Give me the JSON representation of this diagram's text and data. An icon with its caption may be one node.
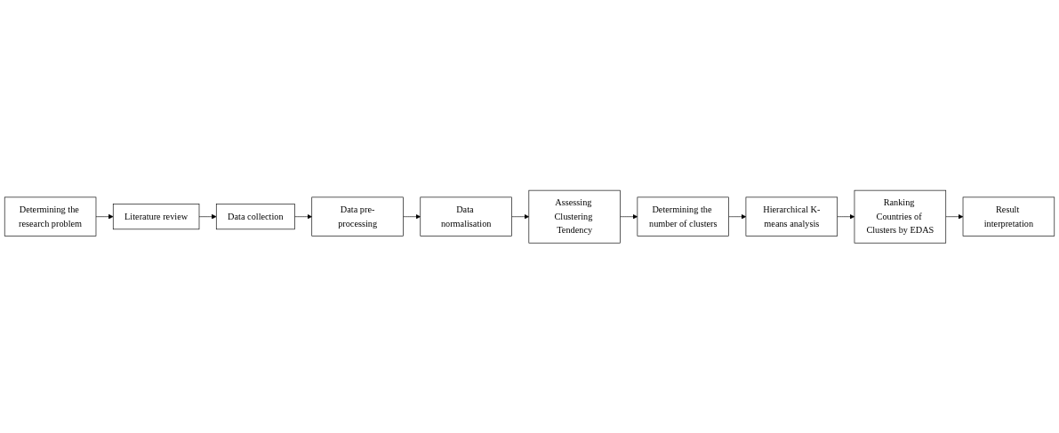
{
  "diagram": {
    "nodes": [
      {
        "text": [
          "Determining the research problem"
        ]
      },
      {
        "text": [
          "Literature review"
        ]
      },
      {
        "text": [
          "Data collection"
        ]
      },
      {
        "text": [
          "Data pre-processing"
        ]
      },
      {
        "text": [
          "Data normalisation"
        ]
      },
      {
        "text": [
          "Assessing Clustering Tendency"
        ]
      },
      {
        "text": [
          "Determining the number of clusters"
        ]
      },
      {
        "text": [
          "Hierarchical K-means analysis"
        ]
      },
      {
        "text": [
          "Ranking Countries of Clusters by EDAS"
        ]
      },
      {
        "text": [
          "Result interpretation"
        ]
      }
    ],
    "edges": [
      {
        "from": 0,
        "to": 1,
        "arrow": "to"
      },
      {
        "from": 1,
        "to": 2,
        "arrow": "to"
      },
      {
        "from": 2,
        "to": 3,
        "arrow": "to"
      },
      {
        "from": 3,
        "to": 4,
        "arrow": "to"
      },
      {
        "from": 4,
        "to": 5,
        "arrow": "to"
      },
      {
        "from": 5,
        "to": 6,
        "arrow": "to"
      },
      {
        "from": 6,
        "to": 7,
        "arrow": "to"
      },
      {
        "from": 7,
        "to": 8,
        "arrow": "to"
      },
      {
        "from": 8,
        "to": 9,
        "arrow": "to"
      }
    ]
  }
}
